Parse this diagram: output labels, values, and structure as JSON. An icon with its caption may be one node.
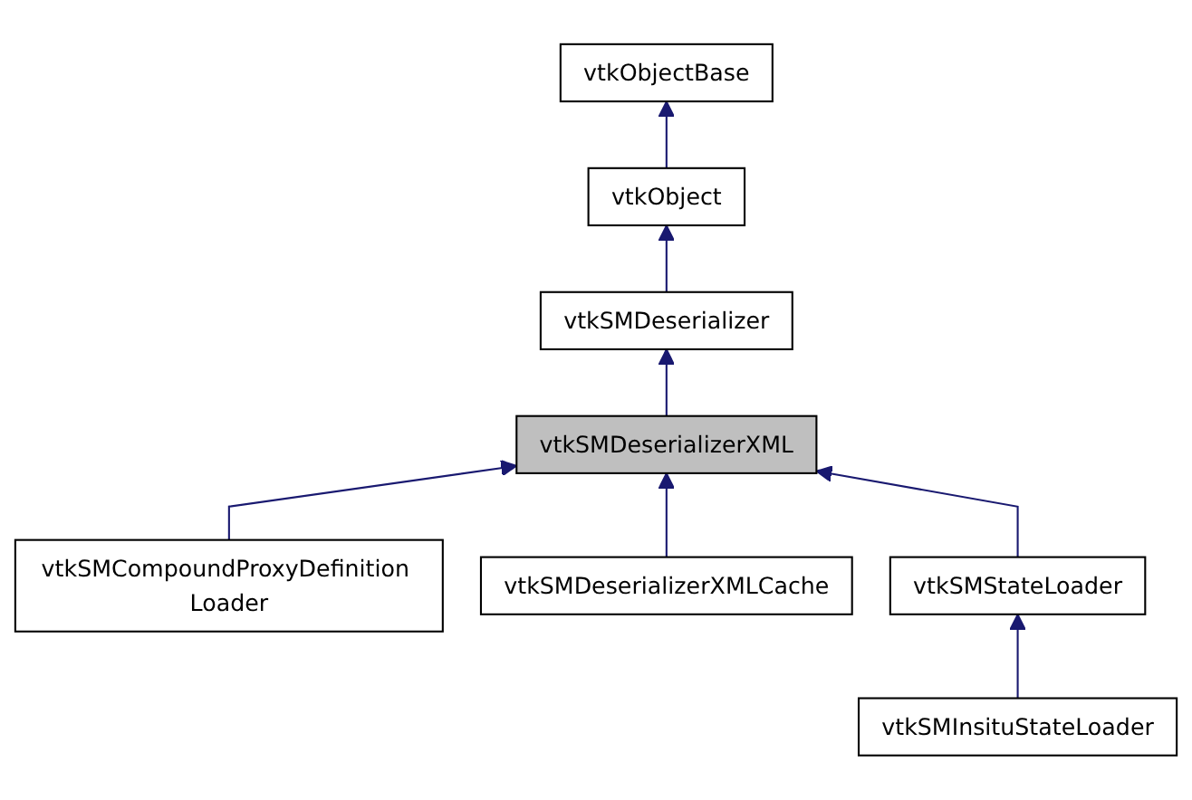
{
  "diagram": {
    "nodes": [
      {
        "text": [
          "vtkObjectBase"
        ]
      },
      {
        "text": [
          "vtkObject"
        ]
      },
      {
        "text": [
          "vtkSMDeserializer"
        ]
      },
      {
        "text": [
          "vtkSMDeserializerXML"
        ]
      },
      {
        "text": [
          "vtkSMCompoundProxyDefinition Loader"
        ]
      },
      {
        "text": [
          "vtkSMDeserializerXMLCache"
        ]
      },
      {
        "text": [
          "vtkSMStateLoader"
        ]
      },
      {
        "text": [
          "vtkSMInsituStateLoader"
        ]
      }
    ],
    "edges": [
      {
        "from": 1,
        "to": 0,
        "arrow": "to"
      },
      {
        "from": 2,
        "to": 1,
        "arrow": "to"
      },
      {
        "from": 3,
        "to": 2,
        "arrow": "to"
      },
      {
        "from": 4,
        "to": 3,
        "arrow": "to"
      },
      {
        "from": 5,
        "to": 3,
        "arrow": "to"
      },
      {
        "from": 6,
        "to": 3,
        "arrow": "to"
      },
      {
        "from": 7,
        "to": 6,
        "arrow": "to"
      }
    ]
  }
}
